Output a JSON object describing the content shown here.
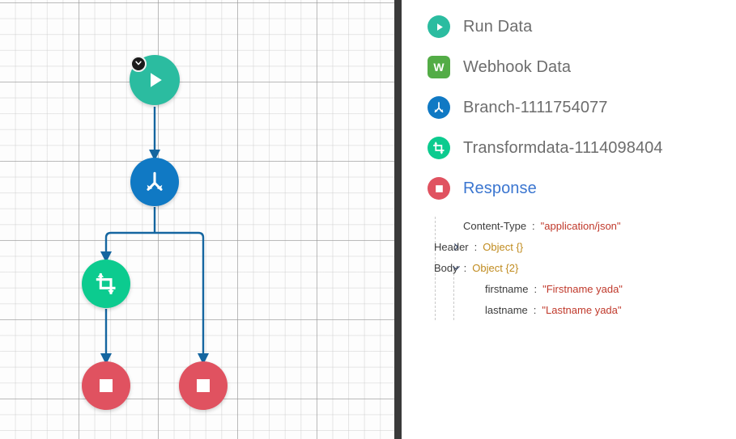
{
  "canvas": {
    "nodes": [
      {
        "id": "start",
        "icon": "play-icon",
        "color": "#2bbca0",
        "badge": "chevron-down-icon"
      },
      {
        "id": "branch",
        "icon": "branch-split-icon",
        "color": "#1079c4"
      },
      {
        "id": "transform",
        "icon": "transform-crop-icon",
        "color": "#0ccb8f"
      },
      {
        "id": "stop-1",
        "icon": "stop-square-icon",
        "color": "#e05260"
      },
      {
        "id": "stop-2",
        "icon": "stop-square-icon",
        "color": "#e05260"
      }
    ],
    "edge_color": "#1566a0",
    "grid_color": "#c8c8c8",
    "scrollbar_color": "#3a3a3a"
  },
  "sidebar": {
    "items": [
      {
        "label": "Run Data",
        "icon": "play-circle-icon",
        "color": "#2bbca0",
        "active": false
      },
      {
        "label": "Webhook Data",
        "icon": "webhook-w-icon",
        "color": "#53ac46",
        "glyph": "W",
        "active": false
      },
      {
        "label": "Branch-1111754077",
        "icon": "branch-circle-icon",
        "color": "#1079c4",
        "active": false
      },
      {
        "label": "Transformdata-1114098404",
        "icon": "transform-circle-icon",
        "color": "#0ccb8f",
        "active": false
      },
      {
        "label": "Response",
        "icon": "stop-circle-icon",
        "color": "#e05260",
        "active": true
      }
    ],
    "active_color": "#3b76d0",
    "label_color": "#6d6d6d"
  },
  "json_tree": {
    "rows": [
      {
        "indent": 1,
        "caret": "",
        "key": "Content-Type",
        "value": "\"application/json\"",
        "value_type": "string"
      },
      {
        "indent": 0,
        "caret": "chevron-right-icon",
        "key": "Header",
        "value": "Object {}",
        "value_type": "object"
      },
      {
        "indent": 0,
        "caret": "chevron-down-icon",
        "key": "Body",
        "value": "Object {2}",
        "value_type": "object"
      },
      {
        "indent": 2,
        "caret": "",
        "key": "firstname",
        "value": "\"Firstname yada\"",
        "value_type": "string"
      },
      {
        "indent": 2,
        "caret": "",
        "key": "lastname",
        "value": "\"Lastname yada\"",
        "value_type": "string"
      }
    ],
    "separator": ":",
    "string_color": "#c0392b",
    "object_color": "#c08b1e"
  }
}
